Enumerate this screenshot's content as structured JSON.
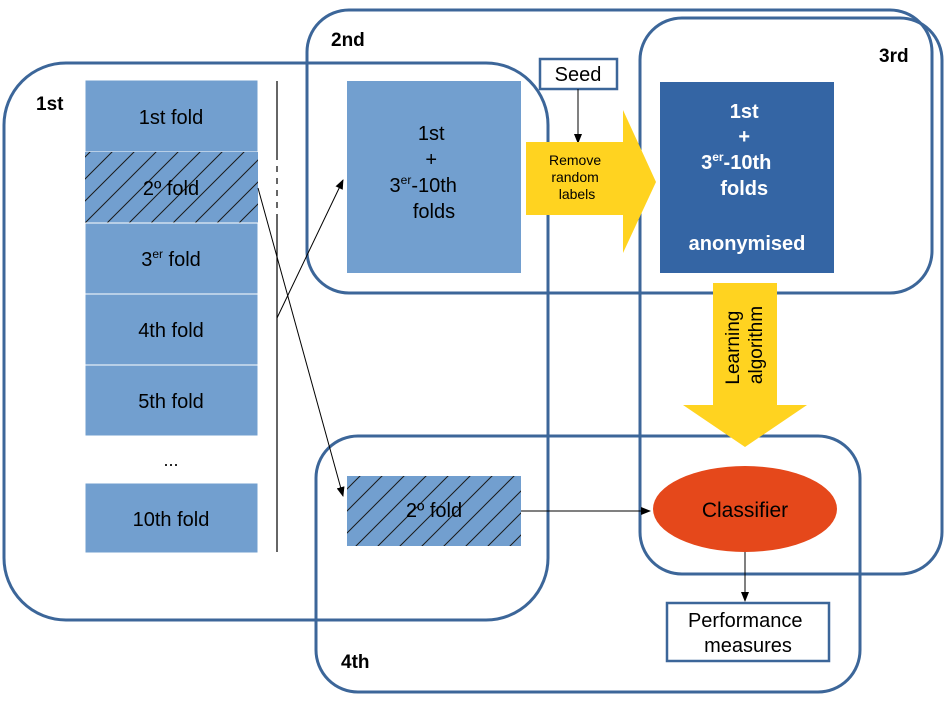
{
  "stage_labels": {
    "first": "1st",
    "second": "2nd",
    "third": "3rd",
    "fourth": "4th"
  },
  "folds": [
    {
      "label": "1st fold",
      "hatched": false
    },
    {
      "label": "2º fold",
      "hatched": true
    },
    {
      "label": "3er fold",
      "hatched": false,
      "sup": "er",
      "base": "3",
      "tail": " fold"
    },
    {
      "label": "4th fold",
      "hatched": false
    },
    {
      "label": "5th fold",
      "hatched": false
    },
    {
      "label": "...",
      "hatched": false,
      "empty": true
    },
    {
      "label": "10th fold",
      "hatched": false
    }
  ],
  "training_box": {
    "line1": "1st",
    "line2": "+",
    "line3_base": "3",
    "line3_sup": "er",
    "line3_tail": "-10th",
    "line4": "folds"
  },
  "seed_label": "Seed",
  "remove_arrow": {
    "line1": "Remove",
    "line2": "random",
    "line3": "labels"
  },
  "anonymised_box": {
    "line1": "1st",
    "line2": "+",
    "line3_base": "3",
    "line3_sup": "er",
    "line3_tail": "-10th",
    "line4": "folds",
    "line5": "anonymised"
  },
  "learning_arrow": {
    "line1": "Learning",
    "line2": "algorithm"
  },
  "test_box": {
    "label": "2º fold"
  },
  "classifier_label": "Classifier",
  "performance": {
    "line1": "Performance",
    "line2": "measures"
  },
  "colors": {
    "region_border": "#3c6699",
    "fold_fill": "#729fcf",
    "dark_fill": "#3465a4",
    "arrow_yellow": "#ffd320",
    "classifier_fill": "#e5481b",
    "ellipsis_fill": "#ffffff"
  }
}
